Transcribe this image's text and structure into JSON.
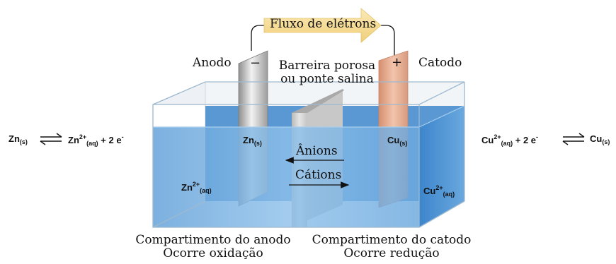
{
  "arrow_label": "Fluxo de elétrons",
  "anode_label": "Anodo",
  "cathode_label": "Catodo",
  "barrier_label_line1": "Barreira porosa",
  "barrier_label_line2": "ou ponte salina",
  "minus_sign": "−",
  "plus_sign": "+",
  "electrode_left": {
    "symbol": "Zn",
    "sub": "(s)"
  },
  "electrode_right": {
    "symbol": "Cu",
    "sub": "(s)"
  },
  "ion_left": {
    "symbol": "Zn",
    "sup": "2+",
    "sub": "(aq)"
  },
  "ion_right": {
    "symbol": "Cu",
    "sup": "2+",
    "sub": "(aq)"
  },
  "anions_label": "Ânions",
  "cations_label": "Cátions",
  "left_compartment_line1": "Compartimento do anodo",
  "left_compartment_line2": "Ocorre oxidação",
  "right_compartment_line1": "Compartimento do catodo",
  "right_compartment_line2": "Ocorre redução",
  "equation_left": {
    "reactant": "Zn",
    "reactant_sub": "(s)",
    "product": "Zn",
    "product_sup": "2+",
    "product_sub": "(aq)",
    "extra": "+ 2 e",
    "extra_sup": "-"
  },
  "equation_right": {
    "reactant": "Cu",
    "reactant_sup": "2+",
    "reactant_sub": "(aq)",
    "extra": "+ 2 e",
    "extra_sup": "-",
    "product": "Cu",
    "product_sub": "(s)"
  },
  "colors": {
    "solution": "#5aa0dc",
    "zinc": "#b8b8b8",
    "copper": "#e2a88a",
    "arrow": "#f6dc94",
    "barrier": "#d2d2d2"
  }
}
